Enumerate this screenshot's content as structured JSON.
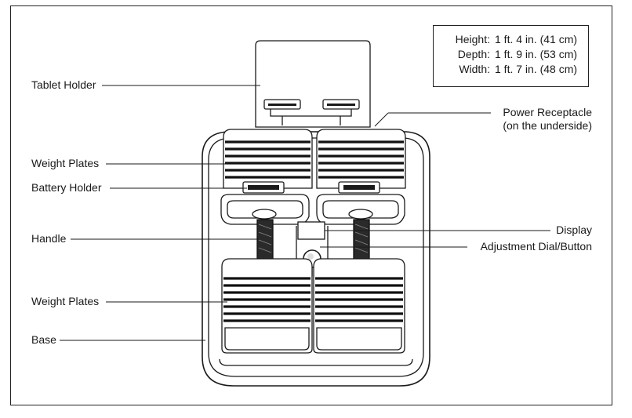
{
  "dimensions": [
    {
      "key": "Height:",
      "value": "1 ft. 4 in. (41 cm)"
    },
    {
      "key": "Depth:",
      "value": "1 ft. 9 in. (53 cm)"
    },
    {
      "key": "Width:",
      "value": "1 ft. 7 in. (48 cm)"
    }
  ],
  "labels": {
    "tablet_holder": "Tablet Holder",
    "weight_plates_top": "Weight Plates",
    "battery_holder": "Battery Holder",
    "handle": "Handle",
    "weight_plates_bottom": "Weight Plates",
    "base": "Base",
    "power_receptacle_line1": "Power Receptacle",
    "power_receptacle_line2": "(on the underside)",
    "display": "Display",
    "adjustment_dial": "Adjustment Dial/Button"
  }
}
